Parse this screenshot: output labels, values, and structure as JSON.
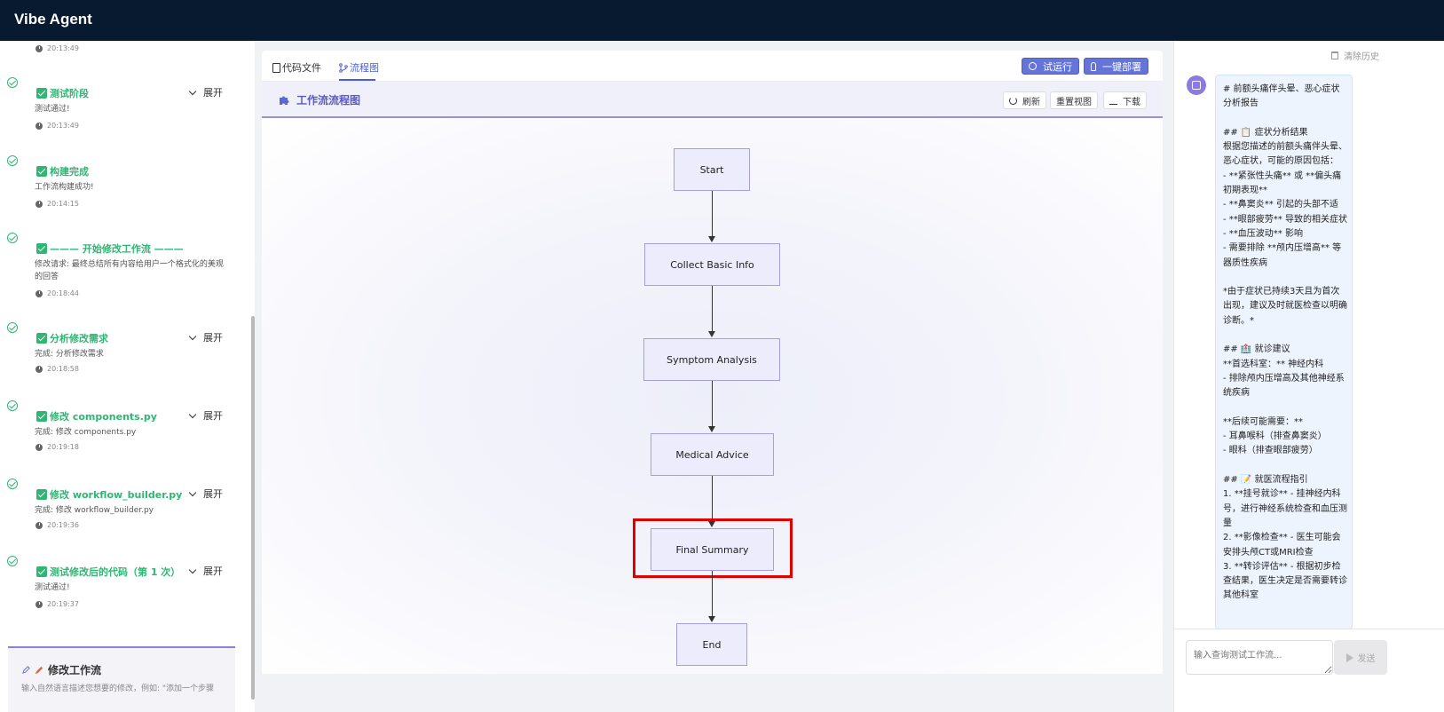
{
  "app": {
    "title": "Vibe Agent"
  },
  "sidebar": {
    "top_time": "20:13:49",
    "steps": [
      {
        "title": "测试阶段",
        "desc": "测试通过!",
        "time": "20:13:49",
        "expand": "展开"
      },
      {
        "title": "构建完成",
        "desc": "工作流构建成功!",
        "time": "20:14:15"
      },
      {
        "title": "——— 开始修改工作流 ———",
        "desc": "修改请求: 最终总结所有内容给用户一个格式化的美观的回答",
        "time": "20:18:44"
      },
      {
        "title": "分析修改需求",
        "desc": "完成: 分析修改需求",
        "time": "20:18:58",
        "expand": "展开"
      },
      {
        "title": "修改 components.py",
        "desc": "完成: 修改 components.py",
        "time": "20:19:18",
        "expand": "展开"
      },
      {
        "title": "修改 workflow_builder.py",
        "desc": "完成: 修改 workflow_builder.py",
        "time": "20:19:36",
        "expand": "展开"
      },
      {
        "title": "测试修改后的代码（第 1 次）",
        "desc": "测试通过!",
        "time": "20:19:37",
        "expand": "展开"
      }
    ],
    "modify": {
      "title": "修改工作流",
      "desc": "输入自然语言描述您想要的修改，例如: \"添加一个步骤"
    }
  },
  "center": {
    "tabs": {
      "code": "代码文件",
      "flow": "流程图"
    },
    "actions": {
      "trial_run": "试运行",
      "deploy": "一键部署"
    },
    "workflow": {
      "title": "工作流流程图",
      "refresh": "刷新",
      "reset_view": "重置视图",
      "download": "下载"
    },
    "nodes": [
      "Start",
      "Collect Basic Info",
      "Symptom Analysis",
      "Medical Advice",
      "Final Summary",
      "End"
    ]
  },
  "right": {
    "clear_history": "清除历史",
    "message": "# 前额头痛伴头晕、恶心症状分析报告\n\n## 📋 症状分析结果\n根据您描述的前额头痛伴头晕、恶心症状，可能的原因包括：\n- **紧张性头痛** 或 **偏头痛初期表现**\n- **鼻窦炎** 引起的头部不适\n- **眼部疲劳** 导致的相关症状\n- **血压波动** 影响\n- 需要排除 **颅内压增高** 等器质性疾病\n\n*由于症状已持续3天且为首次出现，建议及时就医检查以明确诊断。*\n\n## 🏥 就诊建议\n**首选科室：** 神经内科\n- 排除颅内压增高及其他神经系统疾病\n\n**后续可能需要：**\n- 耳鼻喉科（排查鼻窦炎）\n- 眼科（排查眼部疲劳）\n\n## 📝 就医流程指引\n1. **挂号就诊** - 挂神经内科号，进行神经系统检查和血压测量\n2. **影像检查** - 医生可能会安排头颅CT或MRI检查\n3. **转诊评估** - 根据初步检查结果，医生决定是否需要转诊其他科室",
    "input_placeholder": "输入查询测试工作流...",
    "send": "发送"
  }
}
